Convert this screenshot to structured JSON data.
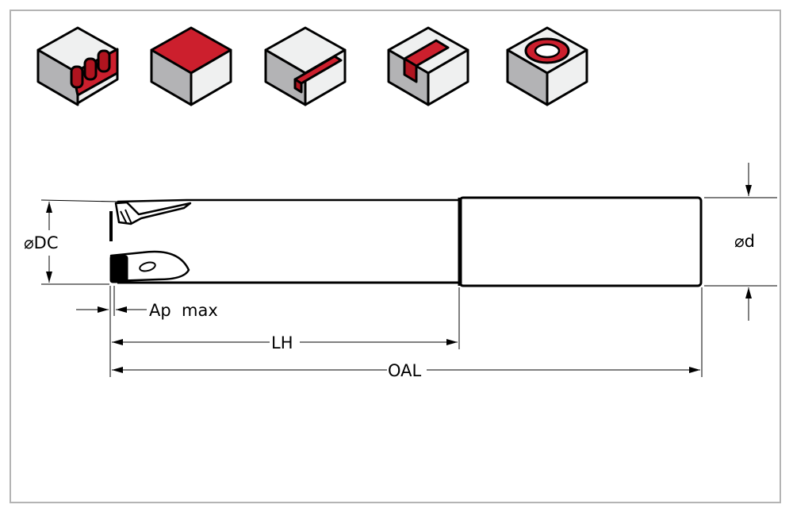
{
  "colors": {
    "accent_red": "#cc1f2d",
    "dark_red": "#b0141f",
    "light_face": "#eff0f0",
    "side_face": "#b3b3b5",
    "frame": "#b4b4b4"
  },
  "operation_icons": [
    {
      "name": "plunge-milling-icon"
    },
    {
      "name": "face-milling-icon"
    },
    {
      "name": "shoulder-milling-icon"
    },
    {
      "name": "slot-milling-icon"
    },
    {
      "name": "helical-interpolation-icon"
    }
  ],
  "dimensions": {
    "cutting_diameter": "⌀DC",
    "shank_diameter": "⌀d",
    "max_depth_of_cut": "Ap  max",
    "head_length": "LH",
    "overall_length": "OAL"
  }
}
